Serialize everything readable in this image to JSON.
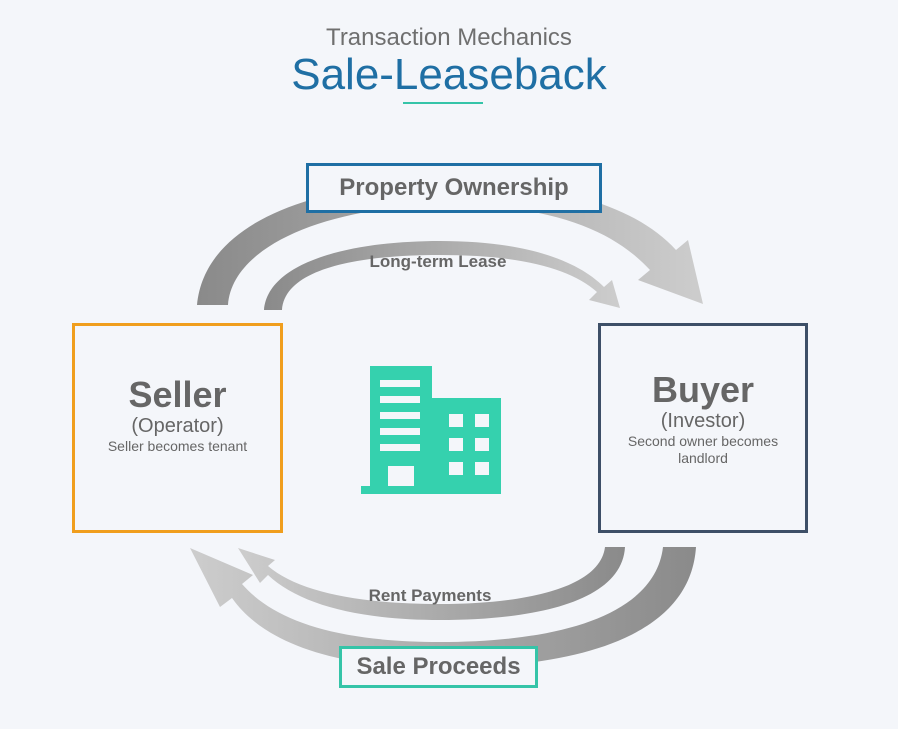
{
  "header": {
    "subtitle": "Transaction Mechanics",
    "title": "Sale-Leaseback"
  },
  "flows": {
    "property_ownership": "Property Ownership",
    "long_term_lease": "Long-term Lease",
    "rent_payments": "Rent Payments",
    "sale_proceeds": "Sale Proceeds"
  },
  "seller": {
    "name": "Seller",
    "role": "(Operator)",
    "description": "Seller becomes tenant"
  },
  "buyer": {
    "name": "Buyer",
    "role": "(Investor)",
    "description": "Second owner becomes landlord"
  },
  "colors": {
    "title": "#1f6fa4",
    "accent_teal": "#35c4a8",
    "seller_border": "#f09e1d",
    "buyer_border": "#3d4f67",
    "arrow_dark": "#8e8e8e",
    "arrow_light": "#c6c6c6"
  },
  "icons": {
    "center": "building-icon"
  }
}
